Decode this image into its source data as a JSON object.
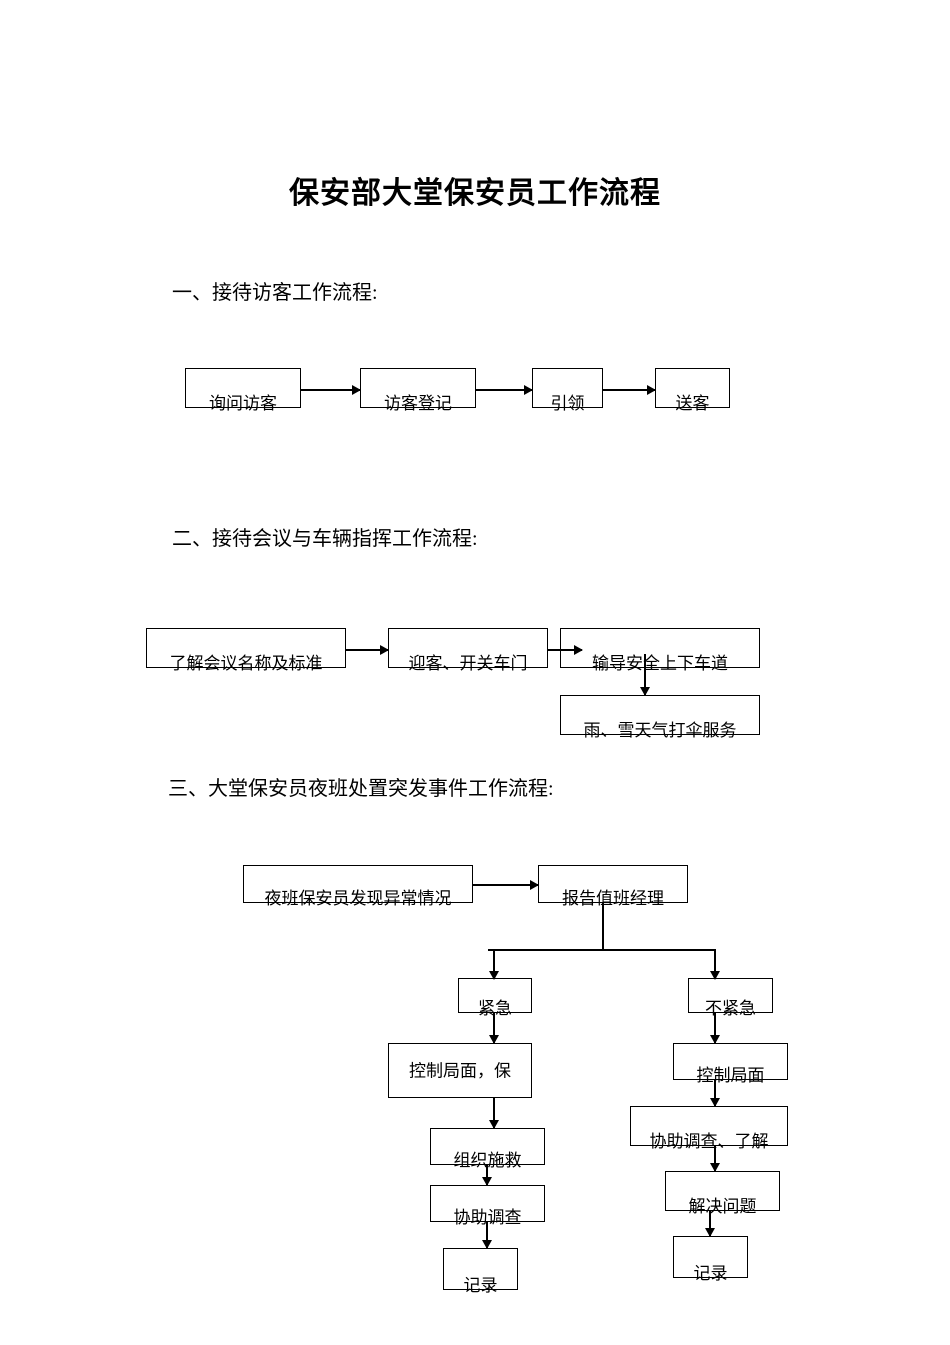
{
  "document": {
    "title": "保安部大堂保安员工作流程"
  },
  "sections": [
    {
      "heading": "一、接待访客工作流程:",
      "flow": {
        "nodes": [
          {
            "label": "询问访客"
          },
          {
            "label": "访客登记"
          },
          {
            "label": "引领"
          },
          {
            "label": "送客"
          }
        ]
      }
    },
    {
      "heading": "二、接待会议与车辆指挥工作流程:",
      "flow": {
        "nodes": [
          {
            "label": "了解会议名称及标准"
          },
          {
            "label": "迎客、开关车门"
          },
          {
            "label": "输导安全上下车道"
          },
          {
            "label": "雨、雪天气打伞服务"
          }
        ]
      }
    },
    {
      "heading": "三、大堂保安员夜班处置突发事件工作流程:",
      "flow": {
        "start": "夜班保安员发现异常情况",
        "report": "报告值班经理",
        "branch_urgent": "紧急",
        "branch_not_urgent": "不紧急",
        "urgent_steps": [
          "控制局面，保",
          "组织施救",
          "协助调查",
          "记录"
        ],
        "not_urgent_steps": [
          "控制局面",
          "协助调查、了解",
          "解决问题",
          "记录"
        ]
      }
    }
  ]
}
